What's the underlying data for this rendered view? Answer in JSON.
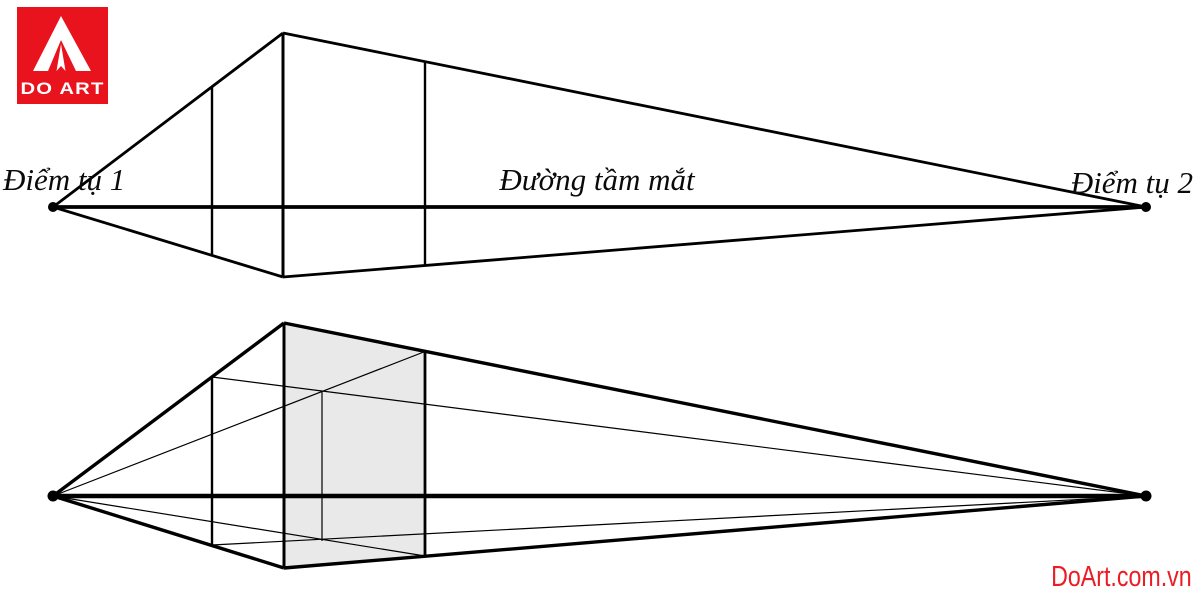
{
  "logo": {
    "text": "DO ART",
    "bg_color": "#e8131c",
    "mark_color": "#ffffff",
    "text_color": "#ffffff"
  },
  "watermark": {
    "text": "DoArt.com.vn",
    "color": "#ec1c24"
  },
  "diagram": {
    "top": {
      "label_vp1": "Điểm tụ 1",
      "label_horizon": "Đường tầm mắt",
      "label_vp2": "Điểm tụ 2"
    },
    "colors": {
      "line": "#000000",
      "shaded_face": "#e9e9e9",
      "background": "#ffffff"
    }
  }
}
